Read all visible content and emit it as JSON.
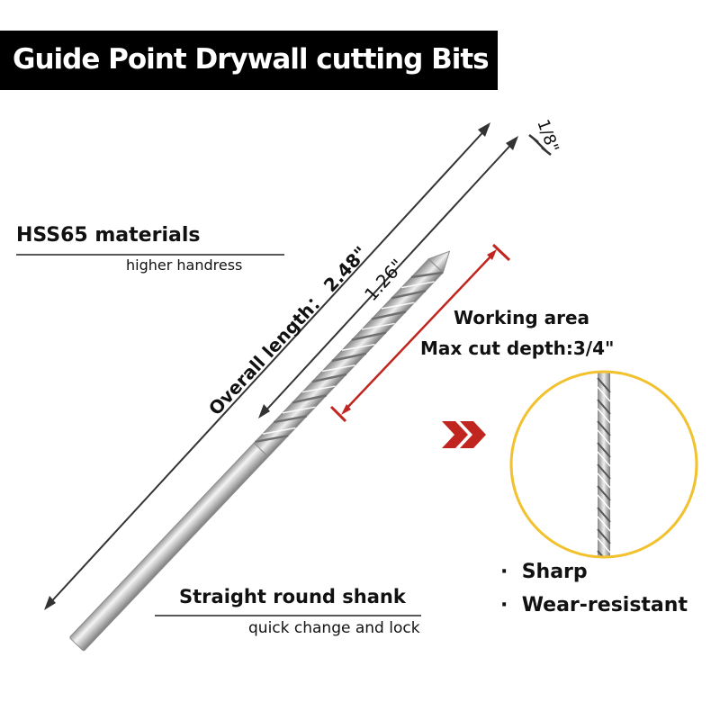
{
  "title": "Guide Point Drywall cutting Bits",
  "material": {
    "heading": "HSS65 materials",
    "sub": "higher handress"
  },
  "dimensions": {
    "overall_length": "Overall length： 2.48\"",
    "flute_length": "1.26\"",
    "diameter": "1/8\""
  },
  "working": {
    "heading": "Working area",
    "sub": "Max cut depth:3/4\""
  },
  "shank": {
    "heading": "Straight round shank",
    "sub": "quick change and lock"
  },
  "features": [
    {
      "bullet": "·",
      "label": "Sharp"
    },
    {
      "bullet": "·",
      "label": "Wear-resistant"
    }
  ],
  "colors": {
    "accent_red": "#c0261f",
    "gold_ring": "#f2c12e",
    "title_bg": "#000000"
  }
}
